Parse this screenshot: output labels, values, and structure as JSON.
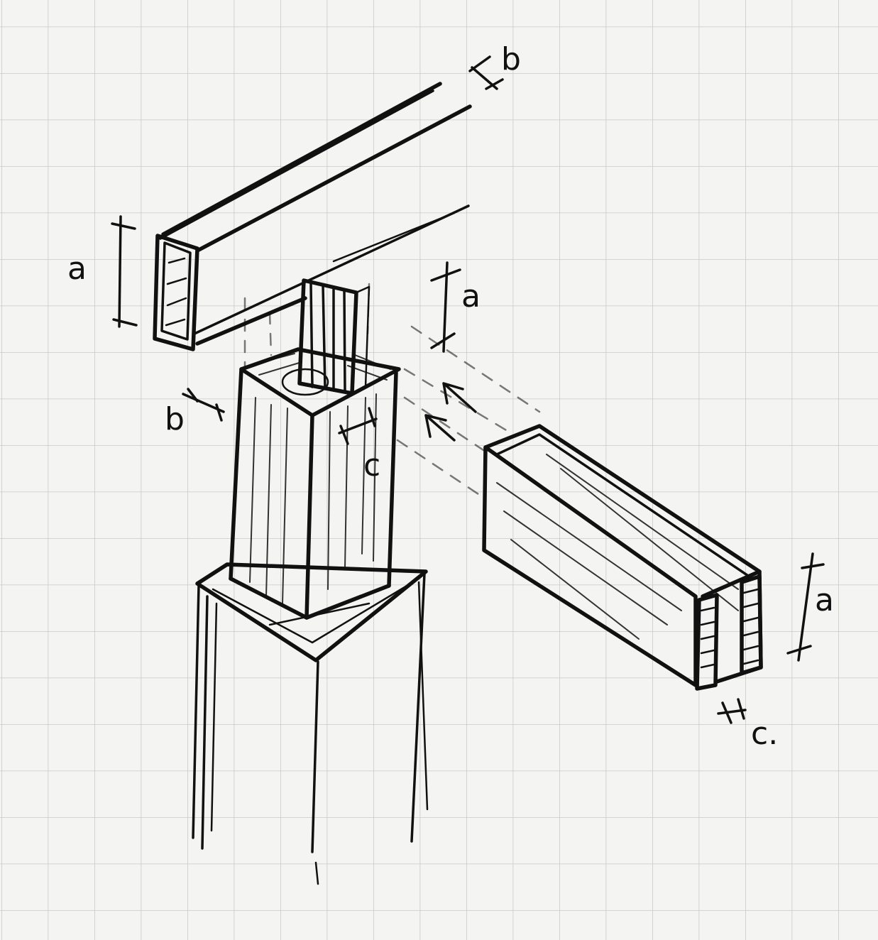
{
  "labels": {
    "beam_top_width": "b",
    "beam_top_height": "a",
    "post_width": "b",
    "post_tenon_height": "a",
    "post_offset": "c",
    "beam_right_height": "a",
    "beam_right_width": "c."
  },
  "colors": {
    "ink": "#111111",
    "grid": "#c9c9c6",
    "paper": "#f4f4f2"
  }
}
